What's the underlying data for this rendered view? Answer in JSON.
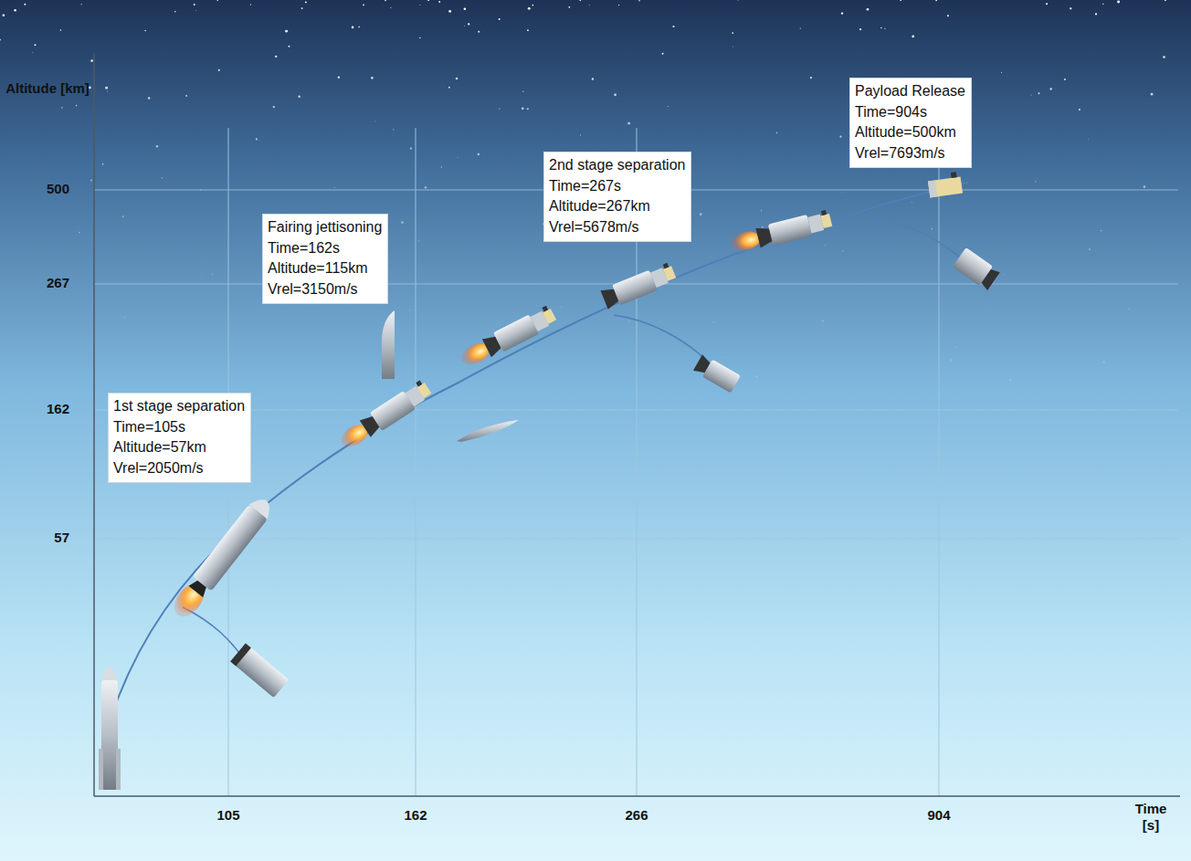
{
  "diagram": {
    "nodes": [
      {
        "text": [
          "1st stage separation",
          "Time=105s",
          "Altitude=57km",
          "Vrel=2050m/s"
        ]
      },
      {
        "text": [
          "Fairing jettisoning",
          "Time=162s",
          "Altitude=115km",
          "Vrel=3150m/s"
        ]
      },
      {
        "text": [
          "2nd stage separation",
          "Time=267s",
          "Altitude=267km",
          "Vrel=5678m/s"
        ]
      },
      {
        "text": [
          "Payload Release",
          "Time=904s",
          "Altitude=500km",
          "Vrel=7693m/s"
        ]
      }
    ],
    "labels": [
      "Altitude [km]",
      "500",
      "267",
      "162",
      "57",
      "105",
      "162",
      "266",
      "904",
      "Time [s]"
    ]
  }
}
